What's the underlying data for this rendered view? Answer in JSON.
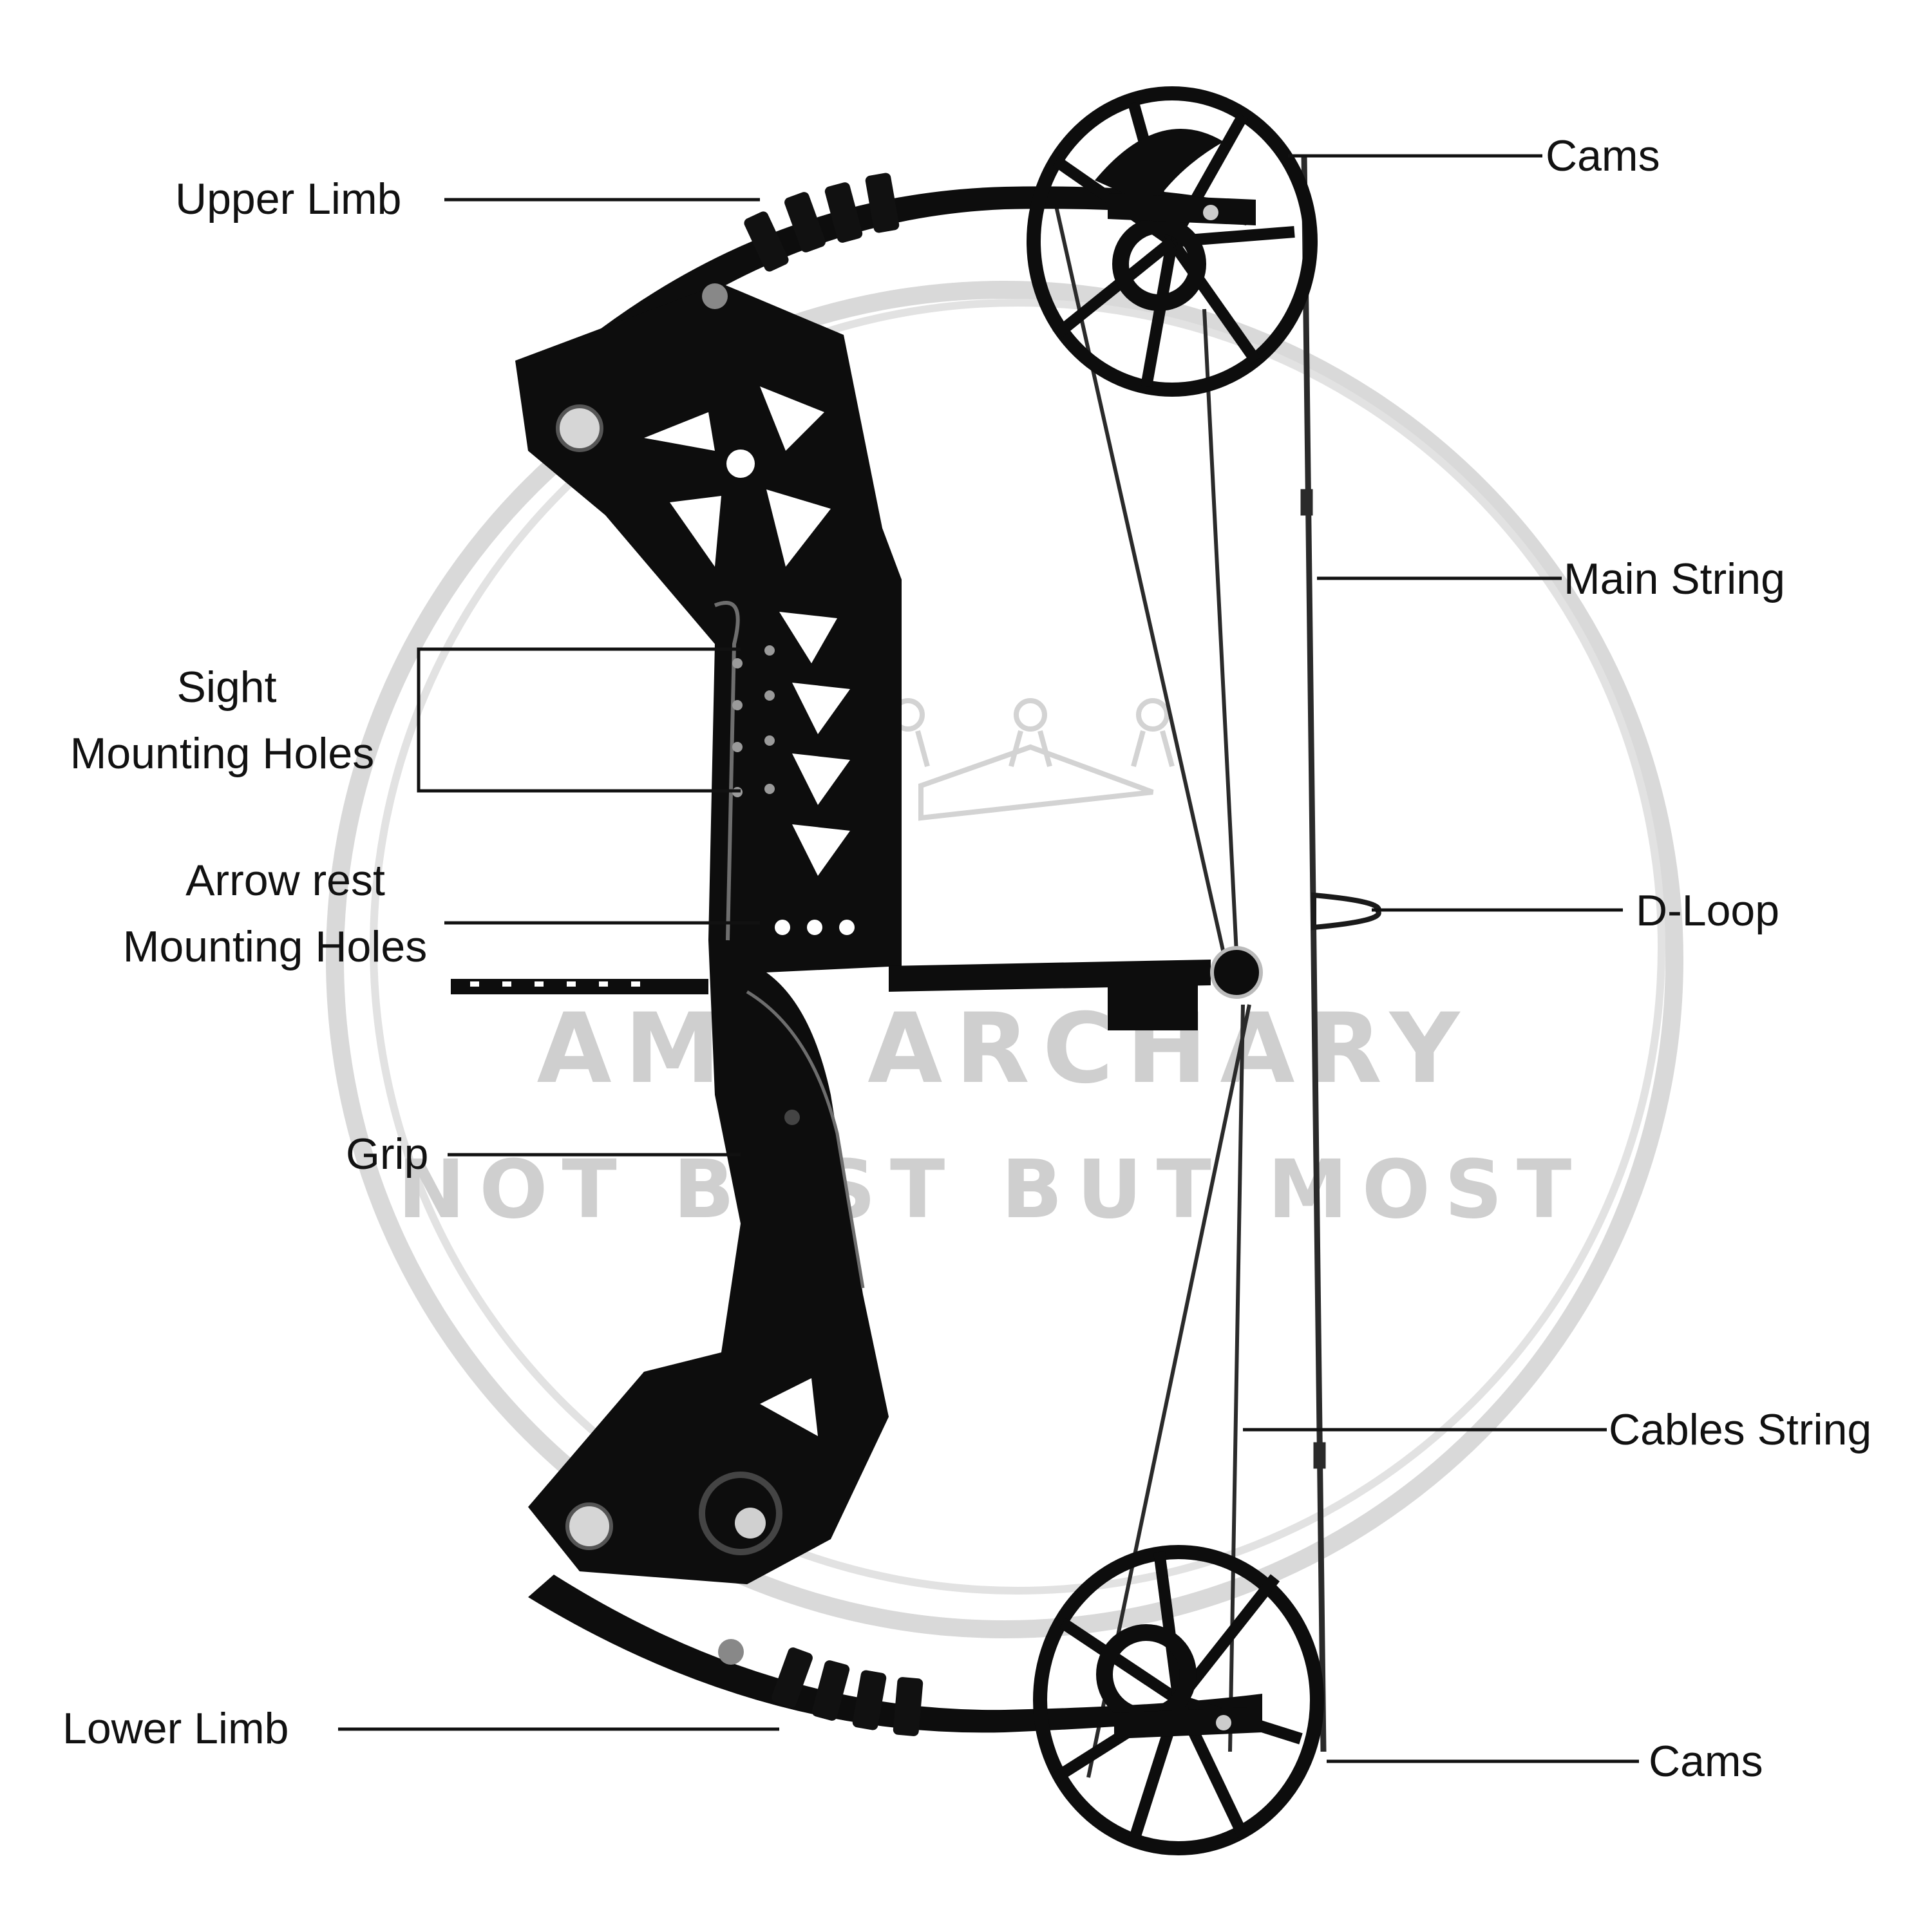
{
  "colors": {
    "background": "#ffffff",
    "bow_body": "#0d0d0d",
    "bow_highlight": "#6e6e6e",
    "string": "#2a2a2a",
    "watermark": "#cfcfcf",
    "label_text": "#111111"
  },
  "watermark": {
    "line1": "AMA ARCHARY",
    "line2": "NOT BEST BUT MOST"
  },
  "labels": {
    "cams_top": "Cams",
    "upper_limb": "Upper Limb",
    "main_string": "Main String",
    "sight_line1": "Sight",
    "sight_line2": "Mounting Holes",
    "arrow_rest_line1": "Arrow rest",
    "arrow_rest_line2": "Mounting Holes",
    "d_loop": "D-Loop",
    "grip": "Grip",
    "cables_string": "Cables String",
    "lower_limb": "Lower Limb",
    "cams_bottom": "Cams"
  }
}
